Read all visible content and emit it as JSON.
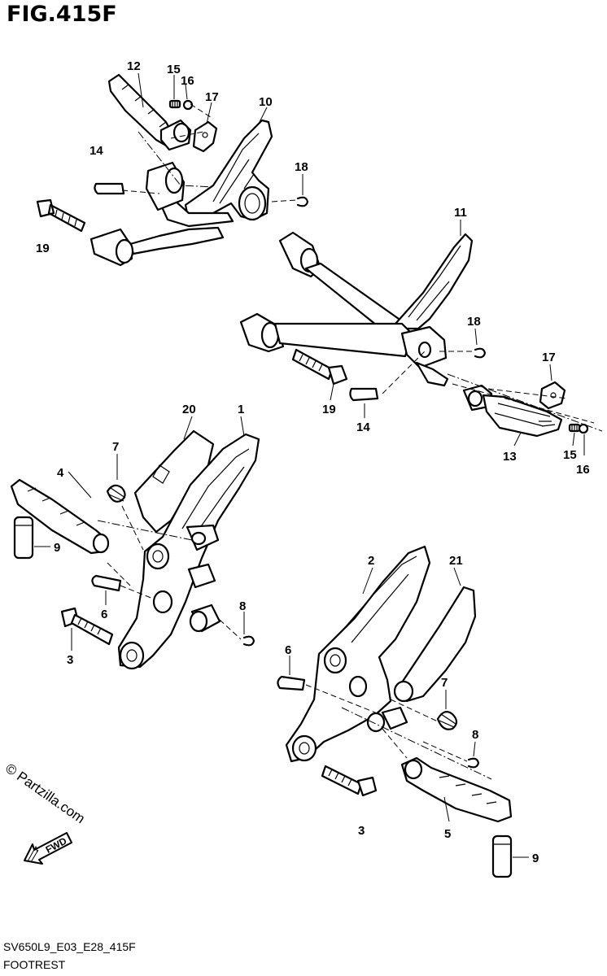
{
  "figure": {
    "title": "FIG.415F",
    "model_code": "SV650L9_E03_E28_415F",
    "name": "FOOTREST"
  },
  "watermark": "© Partzilla.com",
  "fwd_arrow": {
    "label": "FWD",
    "icon": "fwd-arrow-icon"
  },
  "callouts": {
    "c1": "1",
    "c2": "2",
    "c3a": "3",
    "c3b": "3",
    "c4": "4",
    "c5": "5",
    "c6a": "6",
    "c6b": "6",
    "c7a": "7",
    "c7b": "7",
    "c8a": "8",
    "c8b": "8",
    "c9a": "9",
    "c9b": "9",
    "c10": "10",
    "c11": "11",
    "c12": "12",
    "c13": "13",
    "c14a": "14",
    "c14b": "14",
    "c15a": "15",
    "c15b": "15",
    "c16a": "16",
    "c16b": "16",
    "c17a": "17",
    "c17b": "17",
    "c18a": "18",
    "c18b": "18",
    "c19a": "19",
    "c19b": "19",
    "c20": "20",
    "c21": "21"
  },
  "colors": {
    "line": "#000000",
    "background": "#ffffff"
  }
}
